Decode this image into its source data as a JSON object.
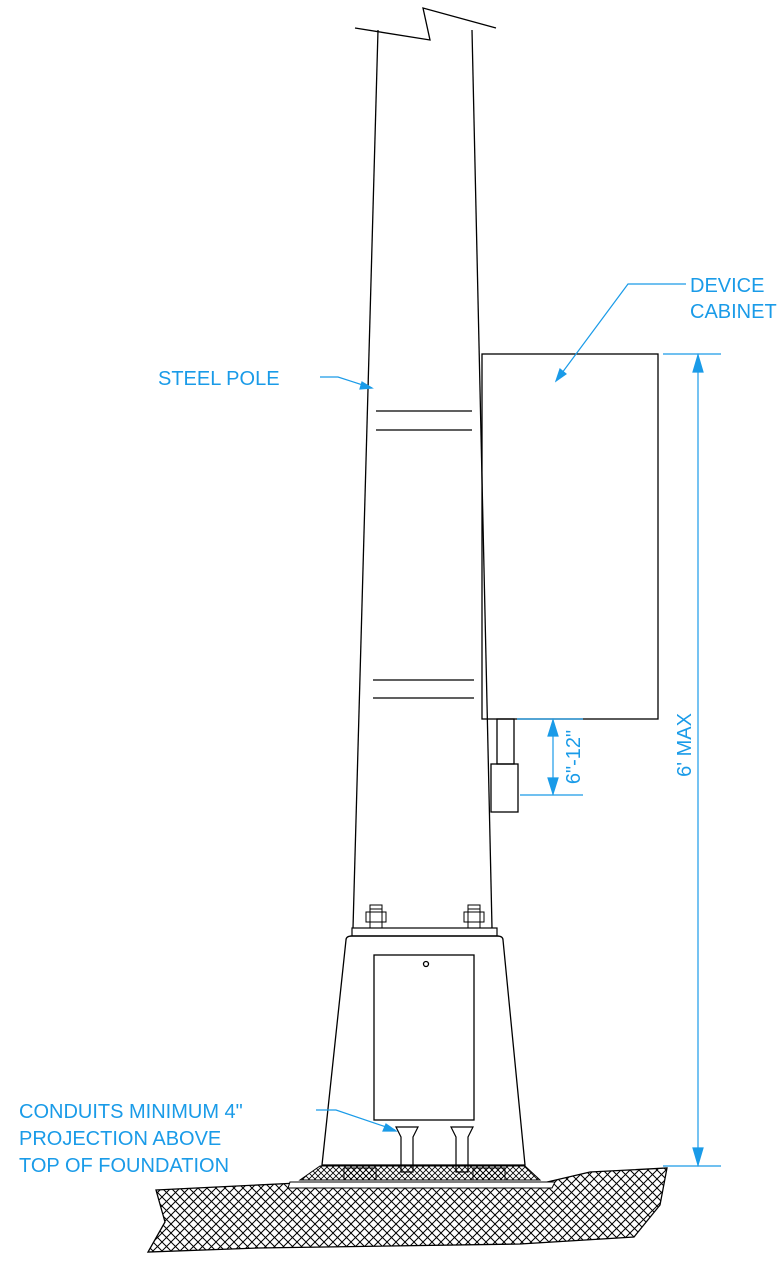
{
  "labels": {
    "device": "DEVICE",
    "cabinet": "CABINET",
    "steel_pole": "STEEL POLE",
    "dim_clearance": "6\"-12\"",
    "dim_height": "6' MAX",
    "conduits_1": "CONDUITS MINIMUM 4\"",
    "conduits_2": "PROJECTION ABOVE",
    "conduits_3": "TOP OF FOUNDATION"
  },
  "colors": {
    "annotation": "#1a9be8",
    "linework": "#000000"
  }
}
